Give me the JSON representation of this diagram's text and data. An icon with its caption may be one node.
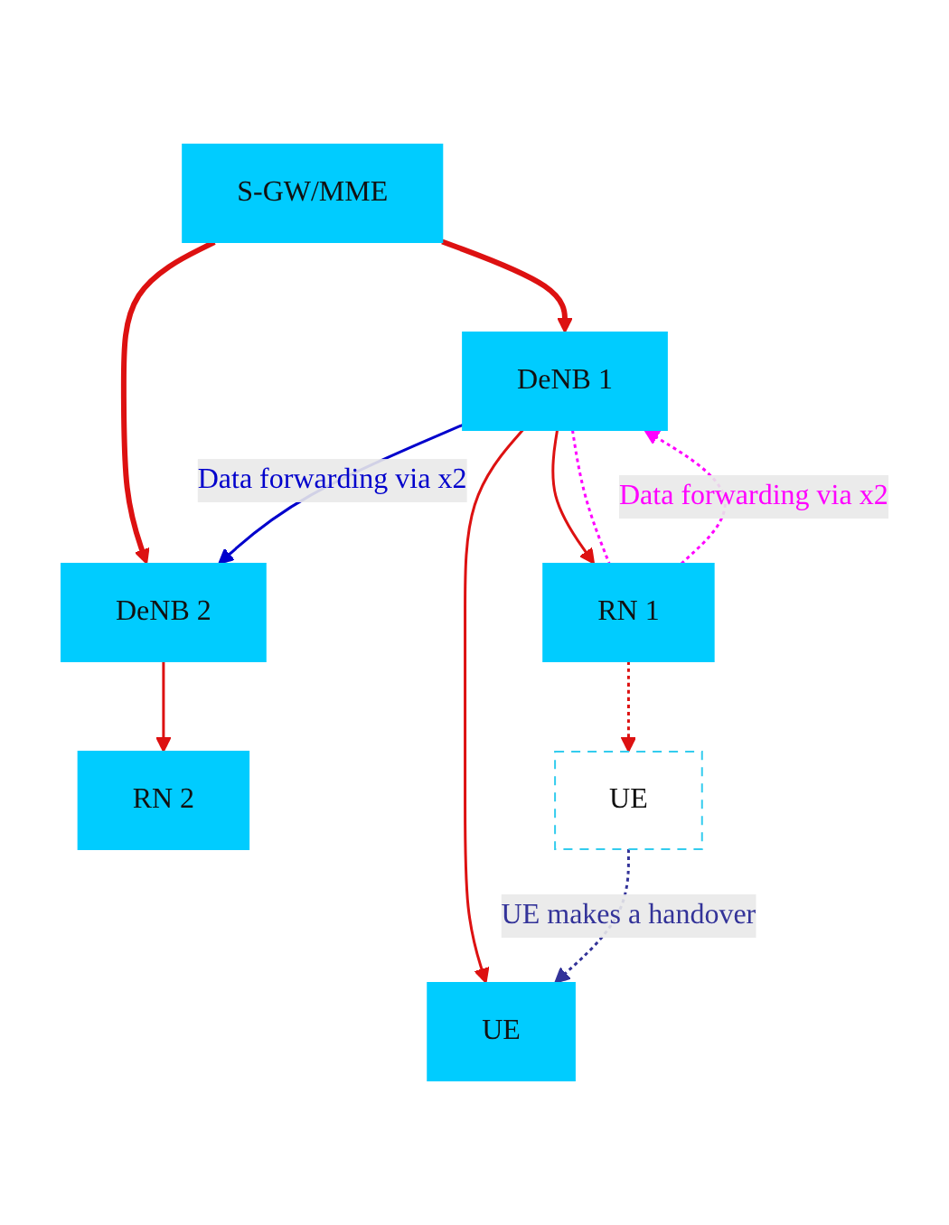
{
  "diagram": {
    "nodes": [
      {
        "text": [
          "S-GW/MME"
        ]
      },
      {
        "text": [
          "DeNB 1"
        ]
      },
      {
        "text": [
          "DeNB 2"
        ]
      },
      {
        "text": [
          "RN 1"
        ]
      },
      {
        "text": [
          "RN 2"
        ]
      },
      {
        "text": [
          "UE"
        ]
      },
      {
        "text": [
          "UE"
        ]
      }
    ],
    "edges": [
      {
        "from": 0,
        "to": 1,
        "arrow": "to",
        "style": "thick"
      },
      {
        "from": 0,
        "to": 2,
        "arrow": "to",
        "style": "thick"
      },
      {
        "from": 1,
        "to": 2,
        "arrow": "to",
        "label": "Data forwarding via x2",
        "color": "#0000cc"
      },
      {
        "from": 1,
        "to": 3,
        "arrow": "to"
      },
      {
        "from": 1,
        "to": 3,
        "arrow": "none",
        "style": "dashed",
        "color": "#ff00ff"
      },
      {
        "from": 3,
        "to": 1,
        "arrow": "to",
        "style": "dashed",
        "color": "#ff00ff",
        "label": "Data forwarding via x2"
      },
      {
        "from": 2,
        "to": 4,
        "arrow": "to"
      },
      {
        "from": 1,
        "to": 5,
        "arrow": "to"
      },
      {
        "from": 3,
        "to": 6,
        "arrow": "to",
        "style": "dashed"
      },
      {
        "from": 6,
        "to": 5,
        "arrow": "to",
        "style": "dashed",
        "color": "#333399",
        "label": "UE makes a handover"
      }
    ]
  }
}
